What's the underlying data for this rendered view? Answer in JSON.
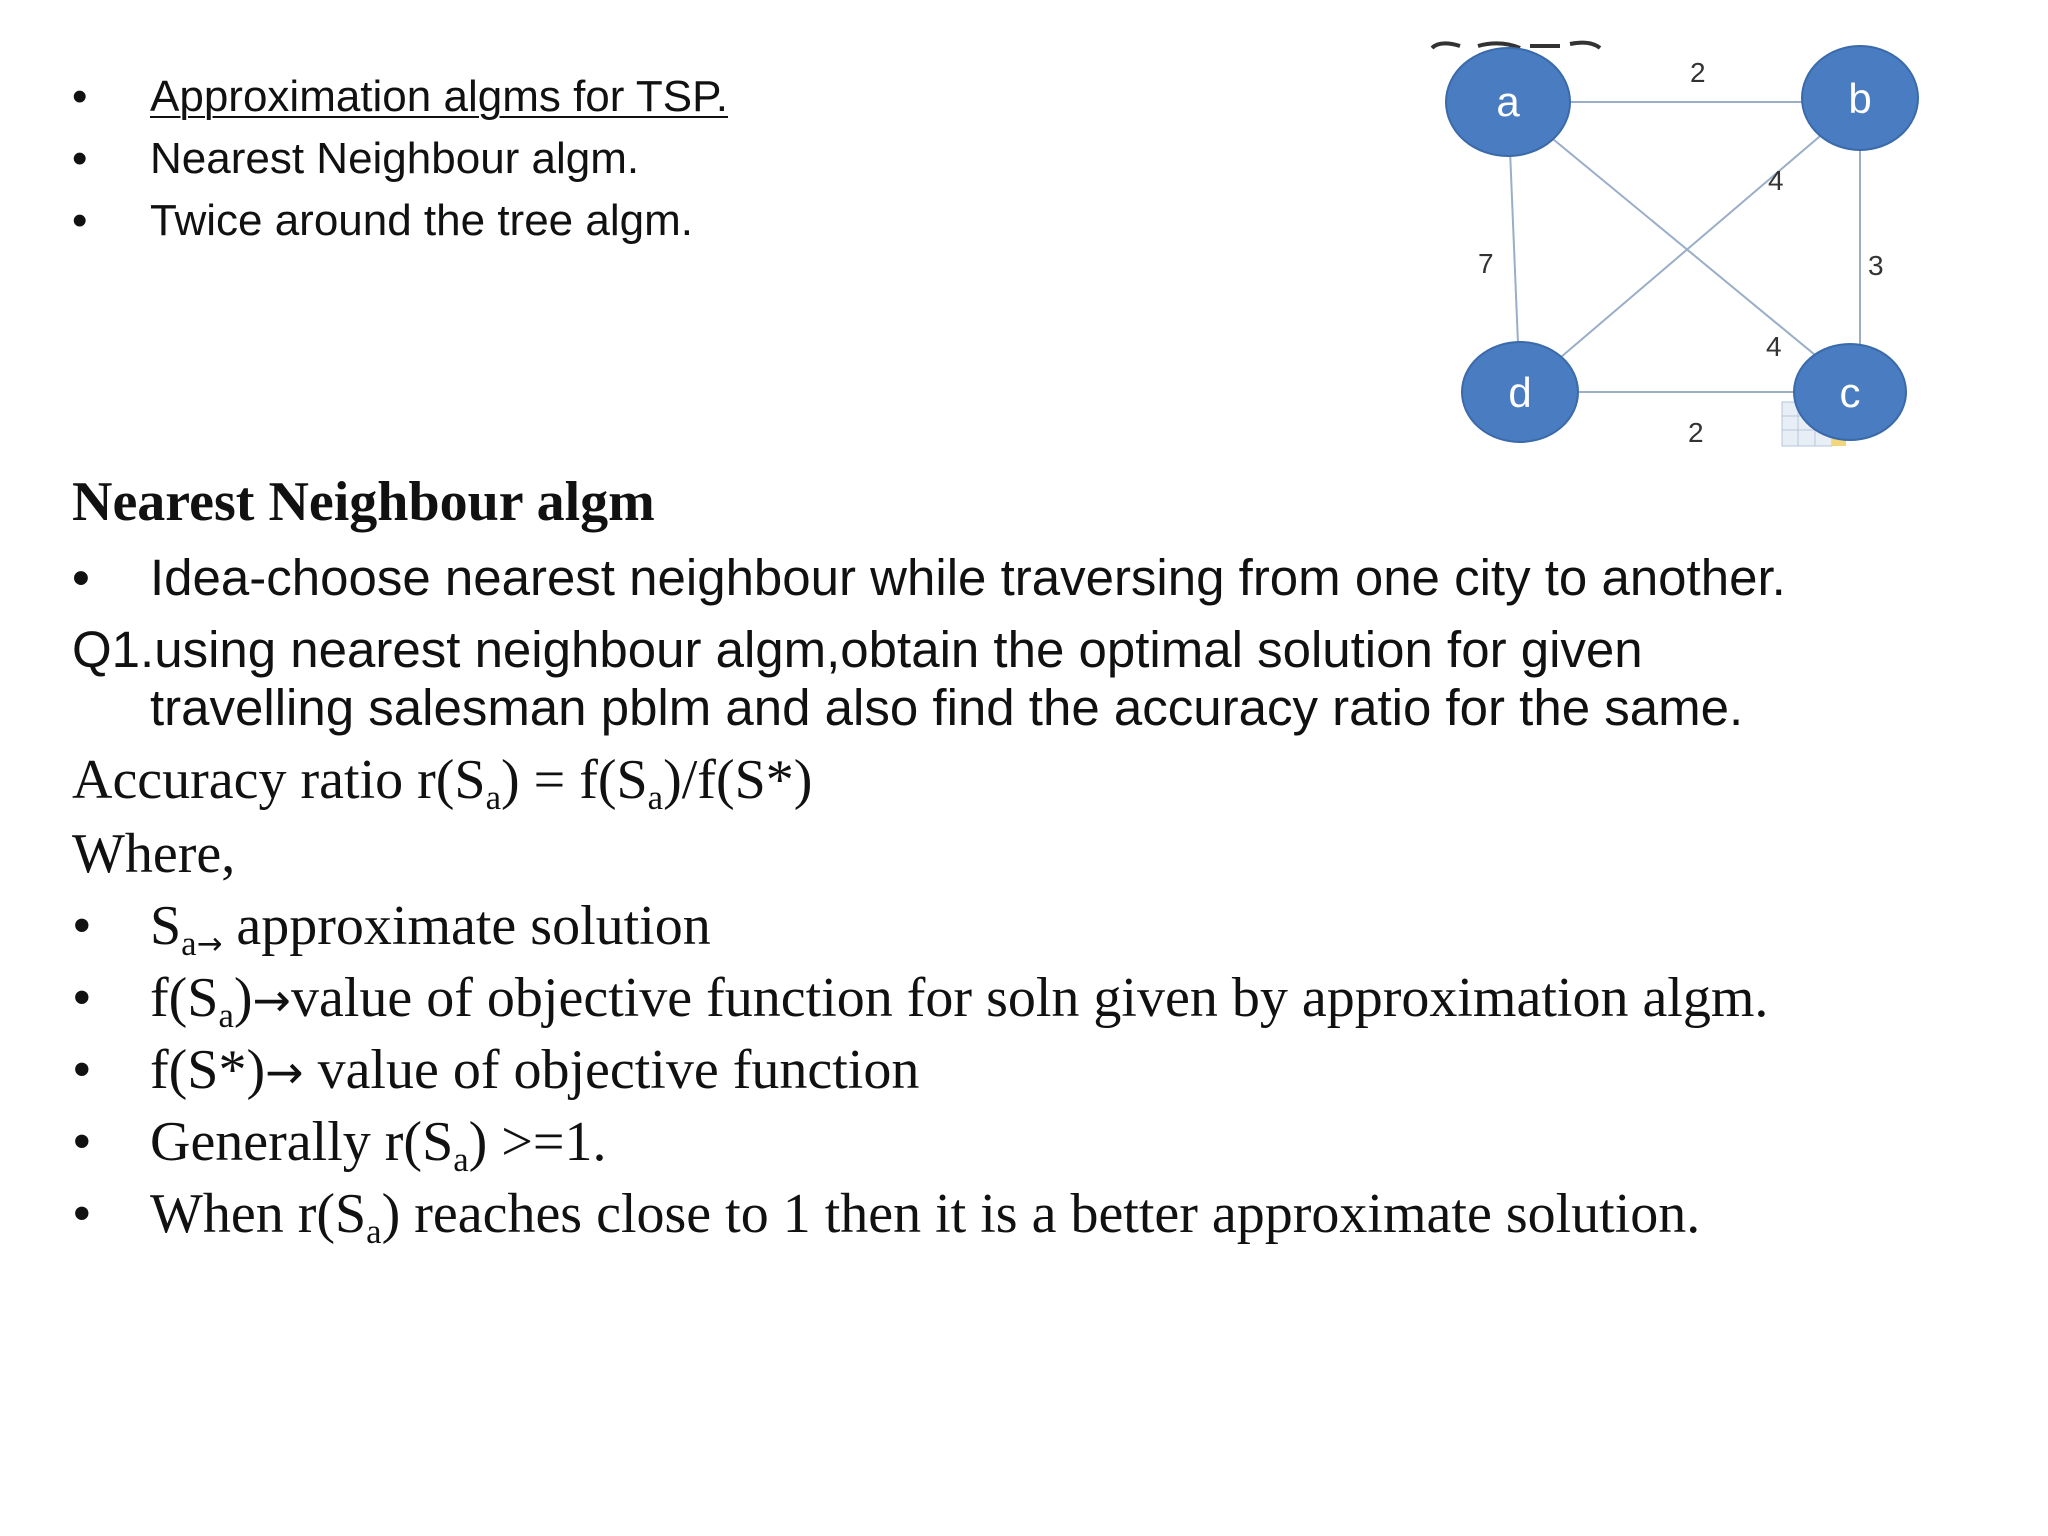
{
  "top_bullets": [
    {
      "text": "Approximation algms for TSP.",
      "underlined": true
    },
    {
      "text": "Nearest Neighbour algm.",
      "underlined": false
    },
    {
      "text": "Twice around the tree algm.",
      "underlined": false
    }
  ],
  "graph": {
    "nodes": {
      "a": "a",
      "b": "b",
      "c": "c",
      "d": "d"
    },
    "edges": {
      "ab": "2",
      "bd": "4",
      "bc": "3",
      "ad": "7",
      "ac": "4",
      "dc": "2"
    },
    "colors": {
      "node_fill": "#4a7cc2",
      "node_stroke": "#3a6aaa",
      "edge": "#9aaec8",
      "label": "#333333"
    }
  },
  "section": {
    "heading": "Nearest Neighbour algm",
    "idea": "Idea-choose nearest neighbour while traversing from one city to another.",
    "question_line1": "Q1.using nearest neighbour algm,obtain the optimal solution for given",
    "question_line2": "travelling salesman pblm and also find the accuracy ratio for the same.",
    "accuracy": {
      "pre": "Accuracy ratio r(S",
      "sub1": "a",
      "mid": ") = f(S",
      "sub2": "a",
      "post": ")/f(S*)"
    },
    "where": "Where,",
    "defs": [
      {
        "pre": "S",
        "sub": "a",
        "arrow": "→",
        "post": " approximate solution"
      },
      {
        "pre": "f(S",
        "sub": "a",
        "mid": ")",
        "arrow": "→",
        "post": "value of objective function for soln given by approximation algm."
      },
      {
        "pre": "f(S*)",
        "arrow": "→",
        "post": " value of objective function"
      },
      {
        "pre": "Generally r(S",
        "sub": "a",
        "post": ") >=1."
      },
      {
        "pre": "When r(S",
        "sub": "a",
        "post": ") reaches close to 1 then it is a better approximate solution."
      }
    ],
    "bullet_char": "•"
  }
}
